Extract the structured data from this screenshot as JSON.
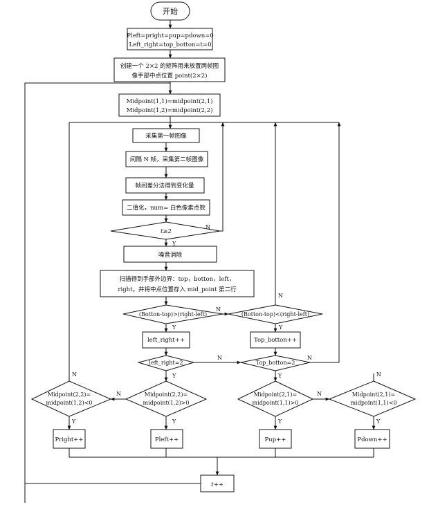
{
  "nodes": {
    "start": {
      "text": "开始"
    },
    "init": {
      "lines": [
        "Pleft=pright=pup=pdown=0",
        "Left_right=top_botton=t=0"
      ]
    },
    "matrix": {
      "lines": [
        "创建一个 2×2 的矩阵用来放置两帧图",
        "像手部中点位置 point(2×2)"
      ]
    },
    "copy": {
      "lines": [
        "Midpoint(1,1)=midpoint(2,1)",
        "Midpoint(1,2)=midpoint(2,2)"
      ]
    },
    "capture1": {
      "text": "采集第一帧图像"
    },
    "capture2": {
      "text": "间隔 N 帧，采集第二帧图像"
    },
    "diff": {
      "text": "帧间差分法得到变化量"
    },
    "binarize": {
      "text": "二值化，num= 白色像素点数"
    },
    "cond_t": {
      "text": "t≥2"
    },
    "denoise": {
      "text": "噪音消除"
    },
    "scan": {
      "lines": [
        "扫描得到手部外边界：top，botton，left，",
        "right，并将中点位置存入 mid_point 第二行"
      ]
    },
    "cmp1": {
      "text": "(Botton-top)>(right-left)"
    },
    "cmp2": {
      "text": "(Botton-top)<(right-left)"
    },
    "inc_lr": {
      "text": "left_right++"
    },
    "inc_tb": {
      "text": "Top_botton++"
    },
    "cond_lr": {
      "text": "left_right=2"
    },
    "cond_tb": {
      "text": "Top_botton=2"
    },
    "mid_r": {
      "lines": [
        "Midpoint(2,2)=",
        "midpoint(1,2)<0"
      ]
    },
    "mid_l": {
      "lines": [
        "Midpoint(2,2)=",
        "midpoint(1,2)>0"
      ]
    },
    "mid_u": {
      "lines": [
        "Midpoint(2,1)=",
        "midpoint(1,1)>0"
      ]
    },
    "mid_d": {
      "lines": [
        "Midpoint(2,1)=",
        "midpoint(1,1)<0"
      ]
    },
    "pright": {
      "text": "Pright++"
    },
    "pleft": {
      "text": "Pleft++"
    },
    "pup": {
      "text": "Pup++"
    },
    "pdown": {
      "text": "Pdown++"
    },
    "inc_t": {
      "text": "t++"
    }
  },
  "branch_labels": {
    "yes": "Y",
    "no": "N"
  }
}
